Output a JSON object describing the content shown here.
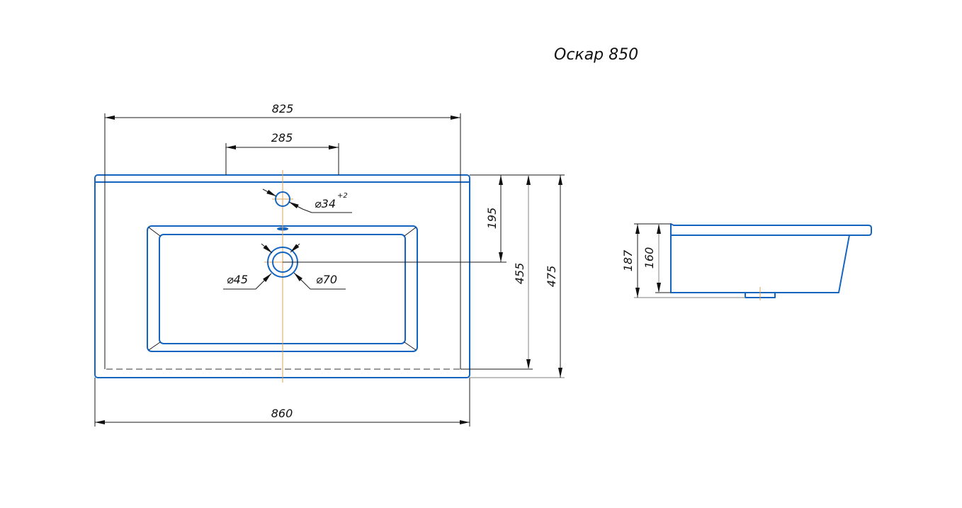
{
  "title": "Оскар 850",
  "front_view": {
    "dimensions": {
      "overall_width": "860",
      "inner_width": "825",
      "faucet_spacing": "285",
      "faucet_offset": "195",
      "inner_depth": "455",
      "overall_depth": "475"
    },
    "holes": {
      "faucet_hole": {
        "symbol": "⌀",
        "value": "34",
        "tolerance": "+2"
      },
      "drain_inner": {
        "symbol": "⌀",
        "value": "45"
      },
      "drain_outer": {
        "symbol": "⌀",
        "value": "70"
      }
    }
  },
  "side_view": {
    "dimensions": {
      "overall_height": "187",
      "bowl_height": "160"
    }
  },
  "colors": {
    "outline": "#1565c0",
    "dimension": "#1a1a1a",
    "centerline": "#d9a35b"
  }
}
